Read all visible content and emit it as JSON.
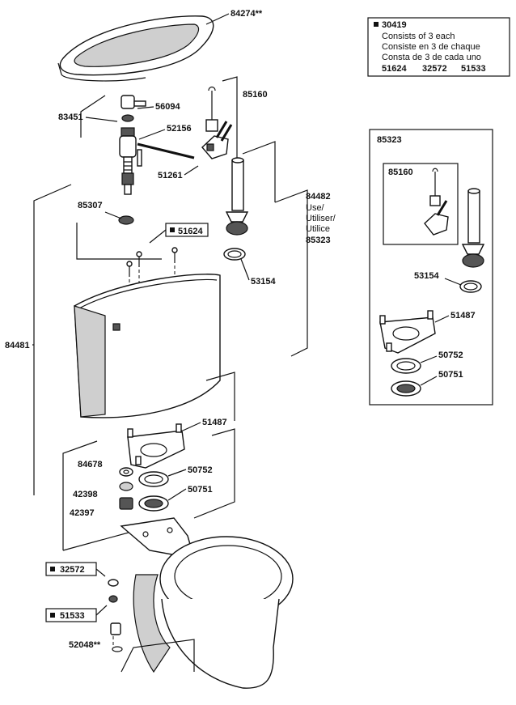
{
  "parts": {
    "lid": "84274**",
    "flush_valve_kit_top": "85160",
    "fill_valve_kit": "83451",
    "fill_cap": "56094",
    "fill_valve": "52156",
    "chain_clip": "51261",
    "fill_washer": "85307",
    "flush_valve_ref": "84482",
    "use_label_en": "Use/",
    "use_label_fr": "Utiliser/",
    "use_label_es": "Utilice",
    "use_ref": "85323",
    "bolt_boxed": "51624",
    "gasket_top": "53154",
    "tank": "84481",
    "tank_gasket_plate": "51487",
    "nut_84678": "84678",
    "washer_42398": "42398",
    "nut_42397": "42397",
    "gasket_50752": "50752",
    "gasket_50751": "50751",
    "washer_boxed": "32572",
    "nut_boxed": "51533",
    "floor_bolt": "52048**"
  },
  "kit_box": {
    "id": "30419",
    "line_en": "Consists of 3 each",
    "line_fr": "Consiste en 3 de chaque",
    "line_es": "Consta de 3 de cada uno",
    "items": [
      "51624",
      "32572",
      "51533"
    ]
  },
  "sub_kit": {
    "id": "85323",
    "inner_id": "85160",
    "gasket": "53154",
    "plate": "51487",
    "gasket_a": "50752",
    "gasket_b": "50751"
  }
}
